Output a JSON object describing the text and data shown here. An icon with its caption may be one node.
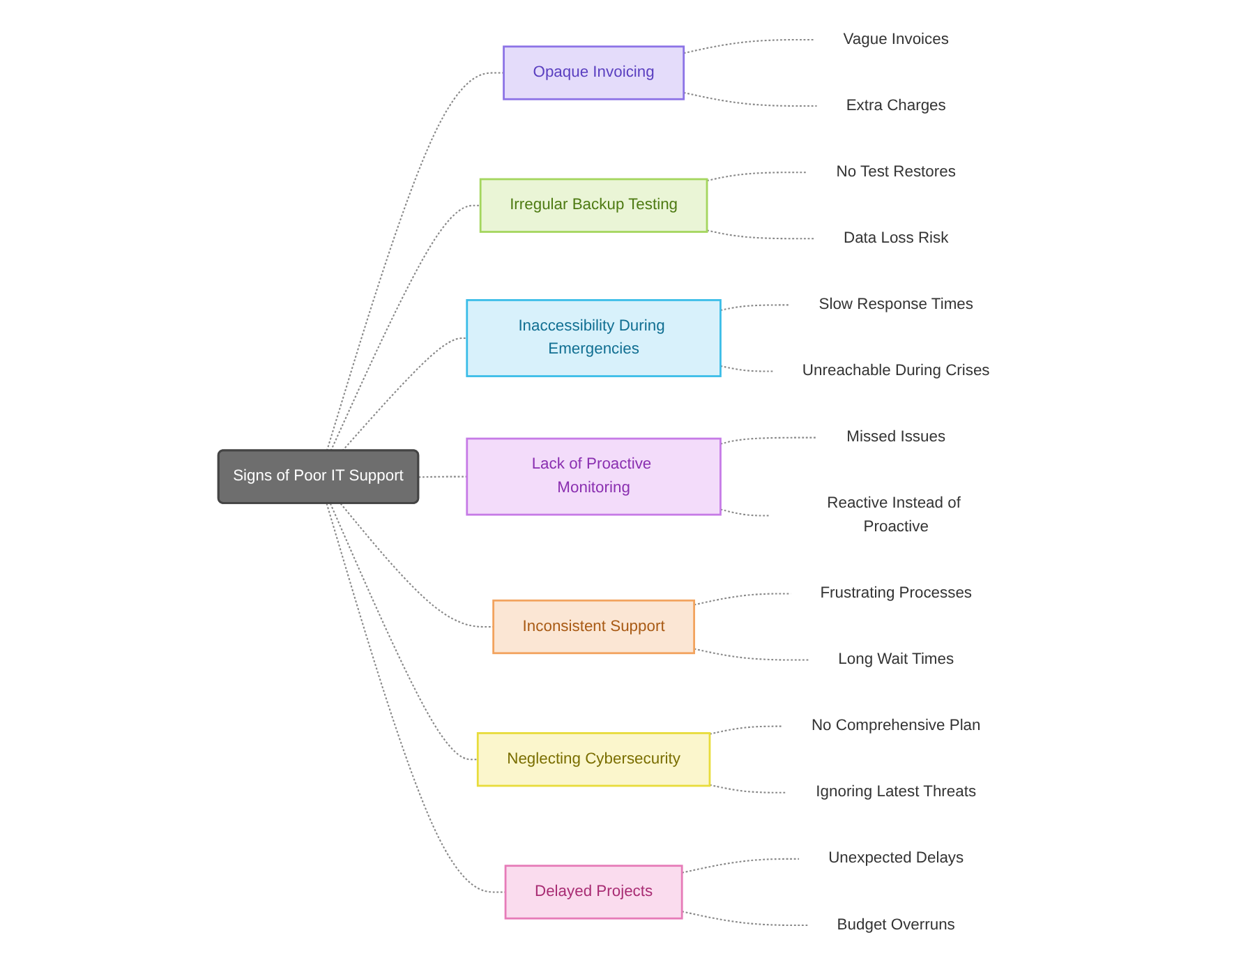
{
  "diagram": {
    "nodes": [
      {
        "text": [
          "Signs of Poor IT Support"
        ]
      },
      {
        "text": [
          "Opaque Invoicing"
        ]
      },
      {
        "text": [
          "Vague Invoices"
        ]
      },
      {
        "text": [
          "Extra Charges"
        ]
      },
      {
        "text": [
          "Irregular Backup Testing"
        ]
      },
      {
        "text": [
          "No Test Restores"
        ]
      },
      {
        "text": [
          "Data Loss Risk"
        ]
      },
      {
        "text": [
          "Inaccessibility During Emergencies"
        ]
      },
      {
        "text": [
          "Slow Response Times"
        ]
      },
      {
        "text": [
          "Unreachable During Crises"
        ]
      },
      {
        "text": [
          "Lack of Proactive Monitoring"
        ]
      },
      {
        "text": [
          "Missed Issues"
        ]
      },
      {
        "text": [
          "Reactive Instead of Proactive"
        ]
      },
      {
        "text": [
          "Inconsistent Support"
        ]
      },
      {
        "text": [
          "Frustrating Processes"
        ]
      },
      {
        "text": [
          "Long Wait Times"
        ]
      },
      {
        "text": [
          "Neglecting Cybersecurity"
        ]
      },
      {
        "text": [
          "No Comprehensive Plan"
        ]
      },
      {
        "text": [
          "Ignoring Latest Threats"
        ]
      },
      {
        "text": [
          "Delayed Projects"
        ]
      },
      {
        "text": [
          "Unexpected Delays"
        ]
      },
      {
        "text": [
          "Budget Overruns"
        ]
      }
    ],
    "edges": [
      {
        "from": 0,
        "to": 1,
        "arrow": "none",
        "style": "dashed"
      },
      {
        "from": 1,
        "to": 2,
        "arrow": "none",
        "style": "dashed"
      },
      {
        "from": 1,
        "to": 3,
        "arrow": "none",
        "style": "dashed"
      },
      {
        "from": 0,
        "to": 4,
        "arrow": "none",
        "style": "dashed"
      },
      {
        "from": 4,
        "to": 5,
        "arrow": "none",
        "style": "dashed"
      },
      {
        "from": 4,
        "to": 6,
        "arrow": "none",
        "style": "dashed"
      },
      {
        "from": 0,
        "to": 7,
        "arrow": "none",
        "style": "dashed"
      },
      {
        "from": 7,
        "to": 8,
        "arrow": "none",
        "style": "dashed"
      },
      {
        "from": 7,
        "to": 9,
        "arrow": "none",
        "style": "dashed"
      },
      {
        "from": 0,
        "to": 10,
        "arrow": "none",
        "style": "dashed"
      },
      {
        "from": 10,
        "to": 11,
        "arrow": "none",
        "style": "dashed"
      },
      {
        "from": 10,
        "to": 12,
        "arrow": "none",
        "style": "dashed"
      },
      {
        "from": 0,
        "to": 13,
        "arrow": "none",
        "style": "dashed"
      },
      {
        "from": 13,
        "to": 14,
        "arrow": "none",
        "style": "dashed"
      },
      {
        "from": 13,
        "to": 15,
        "arrow": "none",
        "style": "dashed"
      },
      {
        "from": 0,
        "to": 16,
        "arrow": "none",
        "style": "dashed"
      },
      {
        "from": 16,
        "to": 17,
        "arrow": "none",
        "style": "dashed"
      },
      {
        "from": 16,
        "to": 18,
        "arrow": "none",
        "style": "dashed"
      },
      {
        "from": 0,
        "to": 19,
        "arrow": "none",
        "style": "dashed"
      },
      {
        "from": 19,
        "to": 20,
        "arrow": "none",
        "style": "dashed"
      },
      {
        "from": 19,
        "to": 21,
        "arrow": "none",
        "style": "dashed"
      }
    ]
  }
}
